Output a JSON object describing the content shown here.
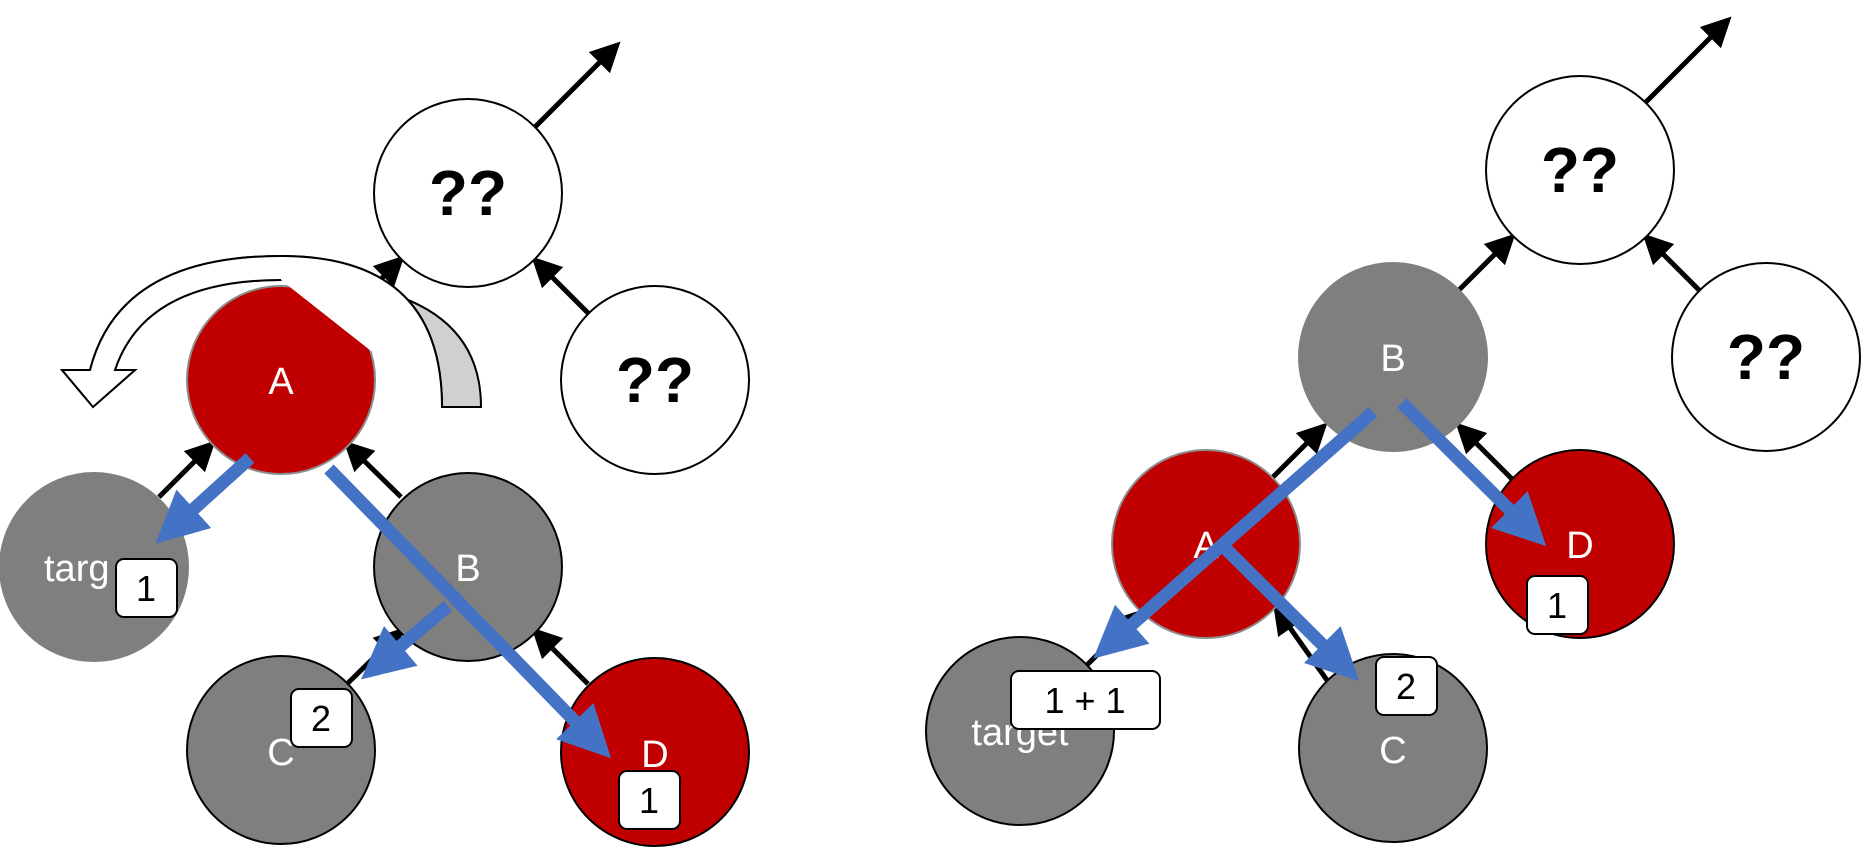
{
  "colors": {
    "red_node": "#c00000",
    "gray_node": "#7f7f7f",
    "white_node": "#ffffff",
    "arrow_blue": "#4472c4",
    "rotate_arrow_fill": "#d0d0d0"
  },
  "left": {
    "nodes": {
      "top_unknown": "??",
      "sibling_unknown": "??",
      "a": "A",
      "target": "targ",
      "b": "B",
      "c": "C",
      "d": "D"
    },
    "badges": {
      "target": "1",
      "c": "2",
      "d": "1"
    }
  },
  "right": {
    "nodes": {
      "top_unknown": "??",
      "sibling_unknown": "??",
      "b": "B",
      "a": "A",
      "d": "D",
      "target": "target",
      "c": "C"
    },
    "badges": {
      "d": "1",
      "target": "1 + 1",
      "c": "2"
    }
  }
}
